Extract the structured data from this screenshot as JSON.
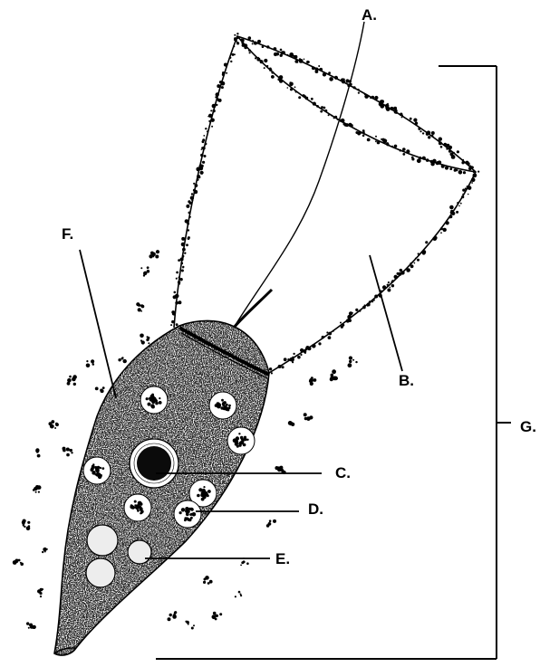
{
  "labels": {
    "a": "A.",
    "b": "B.",
    "c": "C.",
    "d": "D.",
    "e": "E.",
    "f": "F.",
    "g": "G."
  },
  "colors": {
    "ink": "#000000",
    "paper": "#ffffff",
    "vacuole_fill": "#ededed"
  }
}
